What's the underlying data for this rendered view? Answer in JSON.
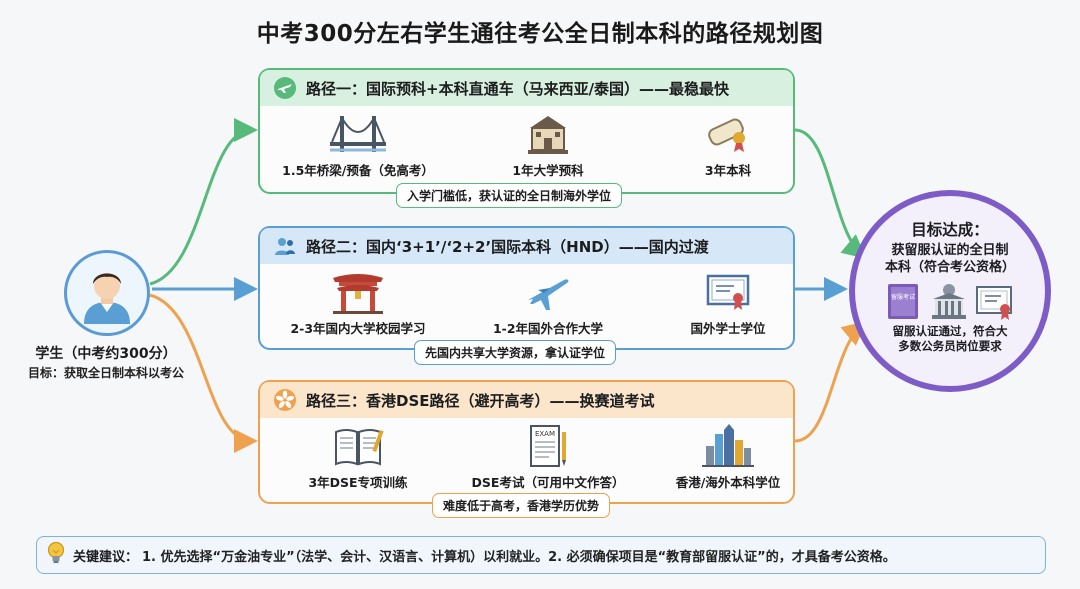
{
  "title": "中考300分左右学生通往考公全日制本科的路径规划图",
  "student": {
    "name": "学生（中考约300分）",
    "goal": "目标：获取全日制本科以考公"
  },
  "routes": [
    {
      "title": "路径一：国际预科+本科直通车（马来西亚/泰国）——最稳最快",
      "icon": "airplane-icon",
      "color": "#57b97a",
      "steps": [
        {
          "label": "1.5年桥梁/预备（免高考）",
          "icon": "bridge-icon"
        },
        {
          "label": "1年大学预科",
          "icon": "university-building-icon"
        },
        {
          "label": "3年本科",
          "icon": "diploma-scroll-icon"
        }
      ],
      "note": "入学门槛低，获认证的全日制海外学位"
    },
    {
      "title": "路径二：国内‘3+1’/‘2+2’国际本科（HND）——国内过渡",
      "icon": "people-icon",
      "color": "#5a9fd4",
      "steps": [
        {
          "label": "2-3年国内大学校园学习",
          "icon": "chinese-gate-icon"
        },
        {
          "label": "1-2年国外合作大学",
          "icon": "airplane-icon"
        },
        {
          "label": "国外学士学位",
          "icon": "certificate-icon"
        }
      ],
      "note": "先国内共享大学资源，拿认证学位"
    },
    {
      "title": "路径三：香港DSE路径（避开高考）——换赛道考试",
      "icon": "bauhinia-icon",
      "color": "#eea24f",
      "steps": [
        {
          "label": "3年DSE专项训练",
          "icon": "open-book-icon"
        },
        {
          "label": "DSE考试（可用中文作答）",
          "icon": "exam-paper-icon"
        },
        {
          "label": "香港/海外本科学位",
          "icon": "skyline-icon"
        }
      ],
      "note": "难度低于高考，香港学历优势"
    }
  ],
  "goal": {
    "title": "目标达成：",
    "line1": "获留服认证的全日制",
    "line2": "本科（符合考公资格）",
    "badge_book": "留服考试",
    "note_line1": "留服认证通过，符合大",
    "note_line2": "多数公务员岗位要求"
  },
  "tip": {
    "label": "关键建议：",
    "text": "1. 优先选择“万金油专业”（法学、会计、汉语言、计算机）以利就业。2. 必须确保项目是“教育部留服认证”的，才具备考公资格。"
  },
  "colors": {
    "green": "#57b97a",
    "blue": "#5a9fd4",
    "orange": "#eea24f",
    "purple": "#7d5cc7"
  }
}
